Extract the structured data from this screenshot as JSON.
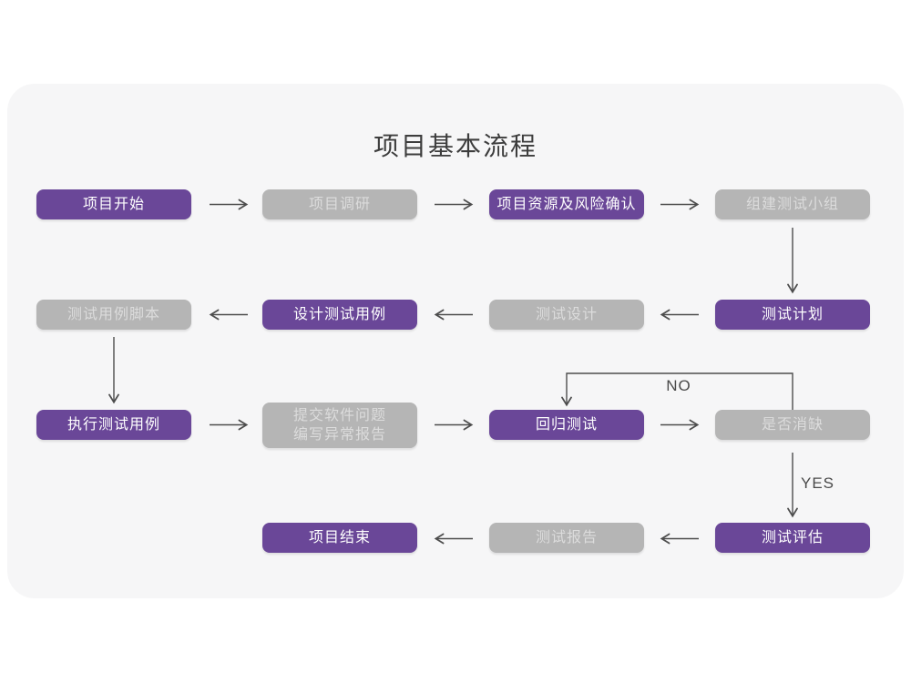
{
  "title": "项目基本流程",
  "decision_labels": {
    "no": "NO",
    "yes": "YES"
  },
  "colors": {
    "purple_node": "#6a4798",
    "gray_node": "#b5b5b5",
    "card_background": "#f6f6f7",
    "arrow": "#4d4d4d",
    "purple_node_text": "#ffffff",
    "gray_node_text": "#dcdcdc",
    "title_text": "#3d3d3d"
  },
  "nodes": [
    {
      "id": "project-start",
      "label": "项目开始",
      "color": "purple"
    },
    {
      "id": "project-research",
      "label": "项目调研",
      "color": "gray"
    },
    {
      "id": "resources-and-risk",
      "label": "项目资源及风险确认",
      "color": "purple"
    },
    {
      "id": "build-test-team",
      "label": "组建测试小组",
      "color": "gray"
    },
    {
      "id": "test-plan",
      "label": "测试计划",
      "color": "purple"
    },
    {
      "id": "test-design",
      "label": "测试设计",
      "color": "gray"
    },
    {
      "id": "design-test-cases",
      "label": "设计测试用例",
      "color": "purple"
    },
    {
      "id": "test-case-script",
      "label": "测试用例脚本",
      "color": "gray"
    },
    {
      "id": "execute-test-cases",
      "label": "执行测试用例",
      "color": "purple"
    },
    {
      "id": "submit-issue-report",
      "label": "提交软件问题\n编写异常报告",
      "color": "gray"
    },
    {
      "id": "regression-test",
      "label": "回归测试",
      "color": "purple"
    },
    {
      "id": "defect-cleared",
      "label": "是否消缺",
      "color": "gray"
    },
    {
      "id": "test-evaluation",
      "label": "测试评估",
      "color": "purple"
    },
    {
      "id": "test-report",
      "label": "测试报告",
      "color": "gray"
    },
    {
      "id": "project-end",
      "label": "项目结束",
      "color": "purple"
    }
  ],
  "edges": [
    {
      "from": "project-start",
      "to": "project-research",
      "label": ""
    },
    {
      "from": "project-research",
      "to": "resources-and-risk",
      "label": ""
    },
    {
      "from": "resources-and-risk",
      "to": "build-test-team",
      "label": ""
    },
    {
      "from": "build-test-team",
      "to": "test-plan",
      "label": ""
    },
    {
      "from": "test-plan",
      "to": "test-design",
      "label": ""
    },
    {
      "from": "test-design",
      "to": "design-test-cases",
      "label": ""
    },
    {
      "from": "design-test-cases",
      "to": "test-case-script",
      "label": ""
    },
    {
      "from": "test-case-script",
      "to": "execute-test-cases",
      "label": ""
    },
    {
      "from": "execute-test-cases",
      "to": "submit-issue-report",
      "label": ""
    },
    {
      "from": "submit-issue-report",
      "to": "regression-test",
      "label": ""
    },
    {
      "from": "regression-test",
      "to": "defect-cleared",
      "label": ""
    },
    {
      "from": "defect-cleared",
      "to": "regression-test",
      "label": "NO"
    },
    {
      "from": "defect-cleared",
      "to": "test-evaluation",
      "label": "YES"
    },
    {
      "from": "test-evaluation",
      "to": "test-report",
      "label": ""
    },
    {
      "from": "test-report",
      "to": "project-end",
      "label": ""
    }
  ]
}
